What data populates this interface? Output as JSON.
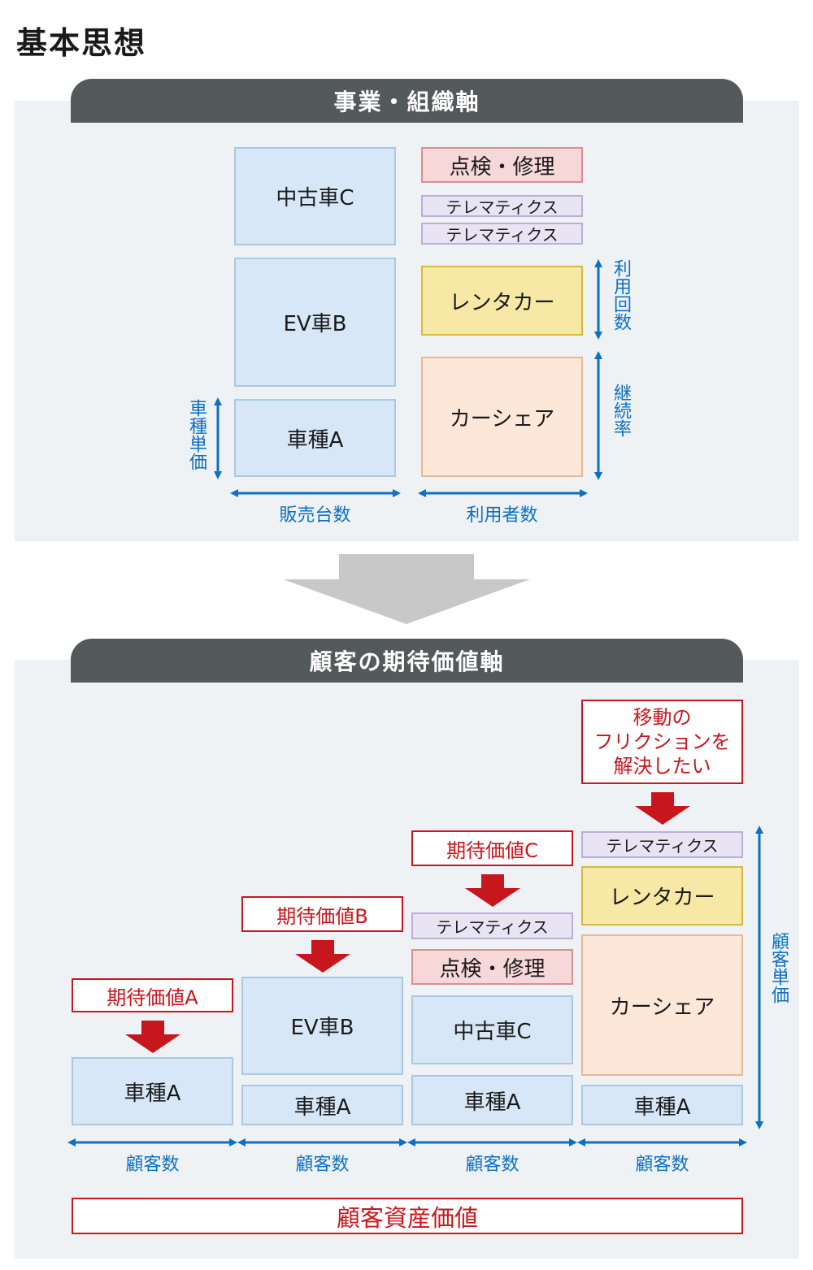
{
  "title": "基本思想",
  "top": {
    "header": "事業・組織軸",
    "boxes": {
      "used_car_c": "中古車C",
      "ev_b": "EV車B",
      "model_a": "車種A",
      "inspection": "点検・修理",
      "telematics_1": "テレマティクス",
      "telematics_2": "テレマティクス",
      "rental": "レンタカー",
      "carshare": "カーシェア"
    },
    "axes": {
      "unit_price_v": "車種単価",
      "usage_count_v": "利用回数",
      "retention_v": "継続率",
      "sales_units": "販売台数",
      "users": "利用者数"
    }
  },
  "bottom": {
    "header": "顧客の期待価値軸",
    "expectations": {
      "a": "期待価値A",
      "b": "期待価値B",
      "c": "期待価値C",
      "mobility": "移動の\nフリクションを\n解決したい"
    },
    "columns": {
      "col1_model_a": "車種A",
      "col2_ev_b": "EV車B",
      "col2_model_a": "車種A",
      "col3_telematics": "テレマティクス",
      "col3_inspection": "点検・修理",
      "col3_used_car_c": "中古車C",
      "col3_model_a": "車種A",
      "col4_telematics": "テレマティクス",
      "col4_rental": "レンタカー",
      "col4_carshare": "カーシェア",
      "col4_model_a": "車種A"
    },
    "axes": {
      "customers_1": "顧客数",
      "customers_2": "顧客数",
      "customers_3": "顧客数",
      "customers_4": "顧客数",
      "customer_unit_price_v": "顧客単価"
    },
    "asset_value": "顧客資産価値"
  },
  "colors": {
    "axis_blue": "#0e6fc4",
    "accent_red": "#c8161d",
    "header_gray": "#54595c",
    "panel_bg": "#eef2f4",
    "transition_arrow": "#c8c8c8"
  }
}
